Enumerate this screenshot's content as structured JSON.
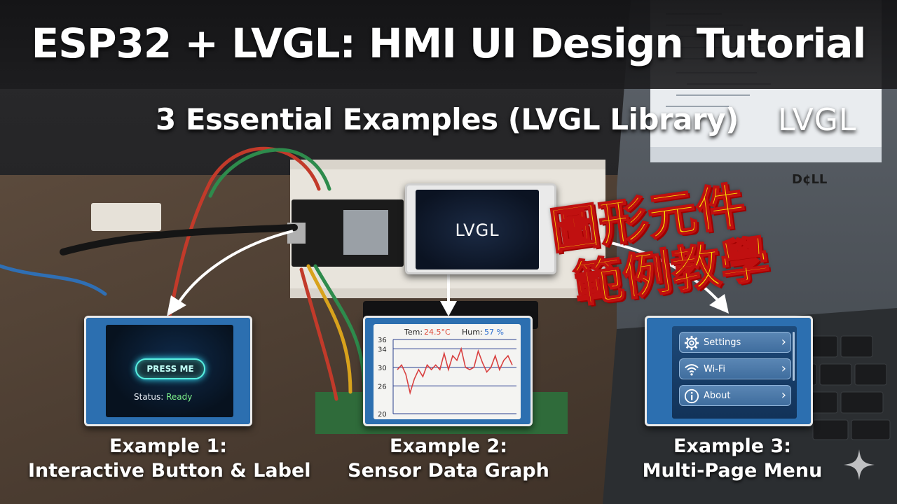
{
  "title": "ESP32 + LVGL: HMI UI Design Tutorial",
  "subtitle": "3 Essential Examples (LVGL Library)",
  "brand": "LVGL",
  "caption_cjk": {
    "line1": "圖形元件",
    "line2": "範例教學"
  },
  "center_screen": {
    "label": "LVGL"
  },
  "examples": [
    {
      "caption_line1": "Example 1:",
      "caption_line2": "Interactive Button & Label",
      "button_label": "PRESS ME",
      "status_label": "Status:",
      "status_value": "Ready"
    },
    {
      "caption_line1": "Example 2:",
      "caption_line2": "Sensor Data Graph",
      "temp_label": "Tem:",
      "temp_value": "24.5°C",
      "hum_label": "Hum:",
      "hum_value": "57 %"
    },
    {
      "caption_line1": "Example 3:",
      "caption_line2": "Multi-Page Menu",
      "menu": [
        {
          "label": "Settings",
          "icon": "gear-icon"
        },
        {
          "label": "Wi-Fi",
          "icon": "wifi-icon"
        },
        {
          "label": "About",
          "icon": "info-icon"
        }
      ]
    }
  ],
  "chart_data": {
    "type": "line",
    "title": "",
    "xlabel": "",
    "ylabel": "",
    "ylim": [
      20,
      36
    ],
    "yticks": [
      36,
      34,
      30,
      26,
      20
    ],
    "series": [
      {
        "values": [
          29.5,
          30.5,
          28.5,
          24.5,
          27.5,
          29.5,
          28.0,
          30.5,
          29.5,
          30.5,
          29.5,
          33.0,
          29.5,
          32.5,
          31.5,
          34.0,
          30.0,
          29.5,
          30.0,
          33.5,
          31.0,
          29.0,
          30.0,
          32.5,
          29.5,
          31.5,
          32.5,
          30.5
        ]
      }
    ],
    "colors": {
      "line": "#d94040",
      "grid": "#2a3f8f"
    }
  }
}
